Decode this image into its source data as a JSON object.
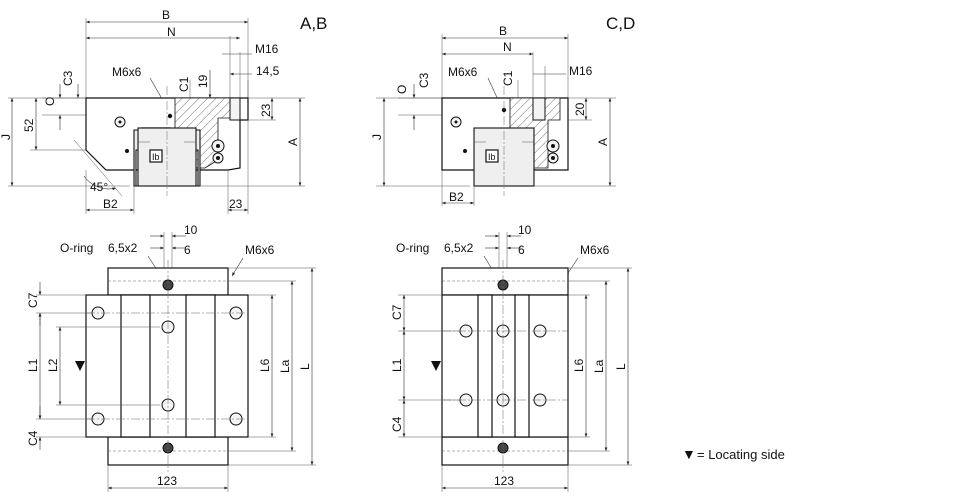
{
  "views": {
    "top_left_title": "A,B",
    "top_right_title": "C,D"
  },
  "labels": {
    "B": "B",
    "N": "N",
    "M16": "M16",
    "M6x6": "M6x6",
    "C1": "C1",
    "C3": "C3",
    "O": "O",
    "J": "J",
    "A": "A",
    "B2": "B2",
    "C7": "C7",
    "C4": "C4",
    "L1": "L1",
    "L2": "L2",
    "L6": "L6",
    "La": "La",
    "L": "L",
    "oring": "O-ring",
    "oring_size": "6,5x2"
  },
  "dimensions": {
    "v19": "19",
    "v14_5": "14,5",
    "v52": "52",
    "v23": "23",
    "v20": "20",
    "v45": "45°",
    "v10": "10",
    "v6": "6",
    "v123": "123"
  },
  "legend": {
    "symbol": "▼",
    "text": "= Locating side"
  }
}
